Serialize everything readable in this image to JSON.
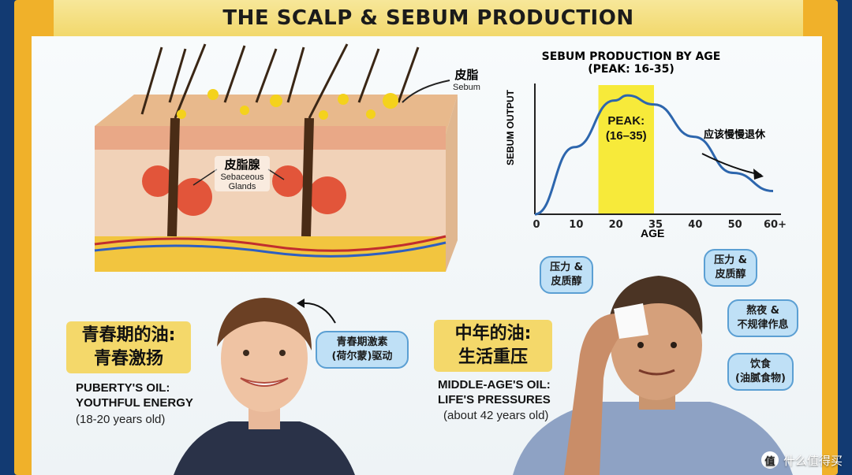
{
  "title": "THE SCALP & SEBUM PRODUCTION",
  "diagram": {
    "sebum_cn": "皮脂",
    "sebum_en": "Sebum",
    "glands_cn": "皮脂腺",
    "glands_en_1": "Sebaceous",
    "glands_en_2": "Glands"
  },
  "chart_data": {
    "type": "line",
    "title": "SEBUM PRODUCTION BY AGE",
    "subtitle": "(PEAK: 16-35)",
    "xlabel": "AGE",
    "ylabel": "SEBUM OUTPUT",
    "x_ticks": [
      "0",
      "10",
      "20",
      "35",
      "40",
      "50",
      "60+"
    ],
    "x": [
      0,
      10,
      20,
      25,
      35,
      40,
      50,
      60
    ],
    "y": [
      0,
      52,
      88,
      92,
      85,
      60,
      32,
      18
    ],
    "peak_band": [
      16,
      35
    ],
    "peak_label_1": "PEAK:",
    "peak_label_2": "(16–35)",
    "annotation": "应该慢慢退休",
    "colors": {
      "line": "#2d66ad",
      "band": "#f7ea3a"
    }
  },
  "youth": {
    "cn_1": "青春期的油:",
    "cn_2": "青春激扬",
    "en_1": "PUBERTY'S OIL:",
    "en_2": "YOUTHFUL ENERGY",
    "age": "(18-20 years old)",
    "bubble_1": "青春期激素",
    "bubble_2": "(荷尔蒙)驱动"
  },
  "middle": {
    "cn_1": "中年的油:",
    "cn_2": "生活重压",
    "en_1": "MIDDLE-AGE'S OIL:",
    "en_2": "LIFE'S PRESSURES",
    "age": "(about 42 years old)",
    "bubbles": [
      {
        "l1": "压力 &",
        "l2": "皮质醇"
      },
      {
        "l1": "压力 &",
        "l2": "皮质醇"
      },
      {
        "l1": "熬夜 &",
        "l2": "不规律作息"
      },
      {
        "l1": "饮食",
        "l2": "(油腻食物)"
      }
    ]
  },
  "watermark": {
    "logo": "值",
    "text": "什么值得买"
  }
}
